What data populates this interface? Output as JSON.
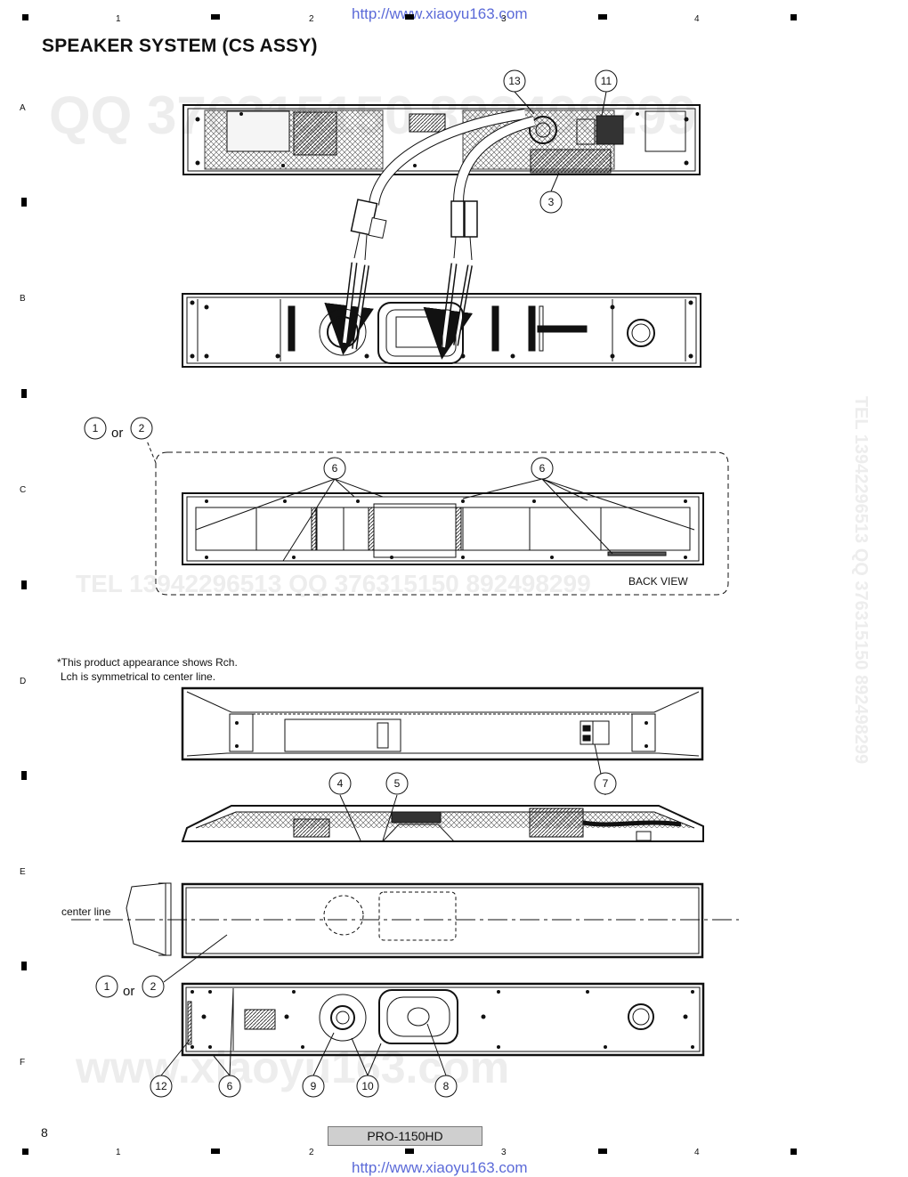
{
  "header": {
    "url_top": "http://www.xiaoyu163.com",
    "url_bottom": "http://www.xiaoyu163.com",
    "title": "SPEAKER SYSTEM (CS ASSY)"
  },
  "grid": {
    "columns": [
      "1",
      "2",
      "3",
      "4"
    ],
    "rows": [
      "A",
      "B",
      "C",
      "D",
      "E",
      "F"
    ]
  },
  "watermarks": {
    "top": "QQ 376315150   892498299",
    "middle": "TEL 13942296513        QQ 376315150 892498299",
    "bottom": "www.xiaoyu163.com",
    "side": "TEL 13942296513 QQ 376315150 892498299"
  },
  "diagram": {
    "callouts": [
      "1",
      "2",
      "3",
      "4",
      "5",
      "6",
      "7",
      "8",
      "9",
      "10",
      "11",
      "12",
      "13"
    ],
    "or_text": "or",
    "back_view_label": "BACK VIEW",
    "note_line1": "*This product appearance shows Rch.",
    "note_line2": "Lch is symmetrical to center line.",
    "center_line_label": "center line"
  },
  "footer": {
    "page_number": "8",
    "model": "PRO-1150HD"
  }
}
